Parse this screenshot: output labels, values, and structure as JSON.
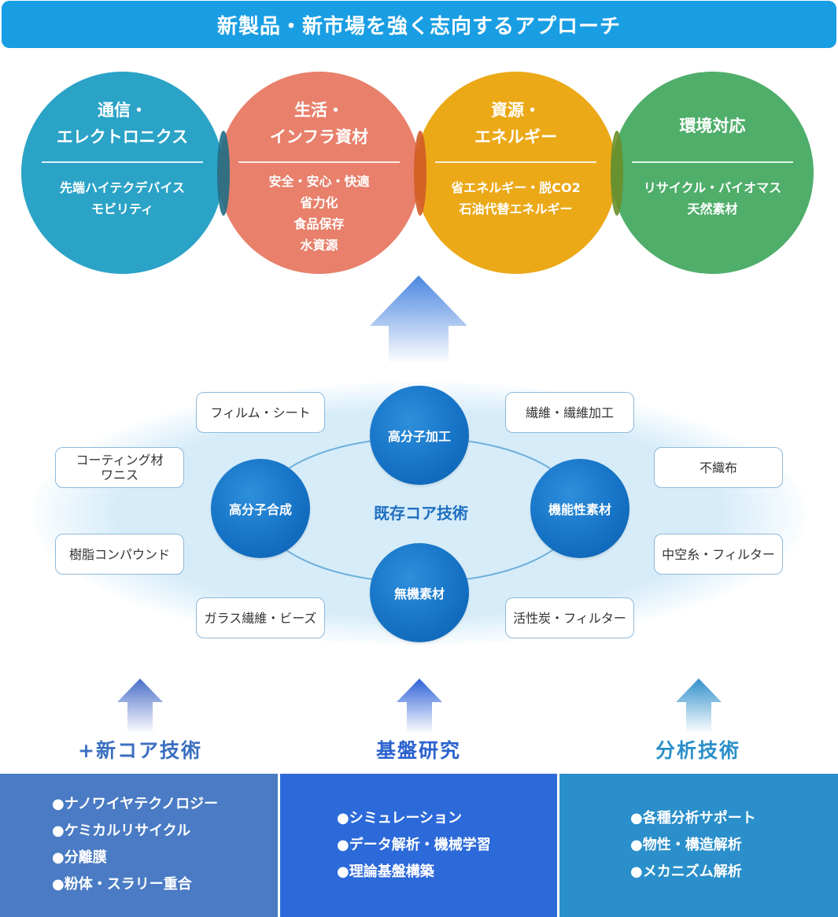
{
  "banner": {
    "title": "新製品・新市場を強く志向するアプローチ"
  },
  "markets": [
    {
      "title": "通信・\nエレクトロニクス",
      "body": "先端ハイテクデバイス\nモビリティ",
      "color": "#2ba3c7"
    },
    {
      "title": "生活・\nインフラ資材",
      "body": "安全・安心・快適\n省力化\n食品保存\n水資源",
      "color": "#e8806b"
    },
    {
      "title": "資源・\nエネルギー",
      "body": "省エネルギー・脱CO2\n石油代替エネルギー",
      "color": "#eba918"
    },
    {
      "title": "環境対応",
      "body": "リサイクル・バイオマス\n天然素材",
      "color": "#4fae6a"
    }
  ],
  "core": {
    "label": "既存コア技術",
    "nodes": {
      "top": "高分子加工",
      "left": "高分子合成",
      "right": "機能性素材",
      "bottom": "無機素材"
    }
  },
  "applications": {
    "film": "フィルム・シート",
    "fiber": "繊維・繊維加工",
    "coating": "コーティング材\nワニス",
    "nonwoven": "不織布",
    "resin": "樹脂コンパウンド",
    "hollow": "中空糸・フィルター",
    "glass": "ガラス繊維・ビーズ",
    "carbon": "活性炭・フィルター"
  },
  "sections": [
    {
      "title": "+新コア技術",
      "color": "#3b6fc0",
      "items": [
        "●ナノワイヤテクノロジー",
        "●ケミカルリサイクル",
        "●分離膜",
        "●粉体・スラリー重合"
      ]
    },
    {
      "title": "基盤研究",
      "color": "#2b62cf",
      "items": [
        "●シミュレーション",
        "●データ解析・機械学習",
        "●理論基盤構築"
      ]
    },
    {
      "title": "分析技術",
      "color": "#2a8fca",
      "items": [
        "●各種分析サポート",
        "●物性・構造解析",
        "●メカニズム解析"
      ]
    }
  ]
}
